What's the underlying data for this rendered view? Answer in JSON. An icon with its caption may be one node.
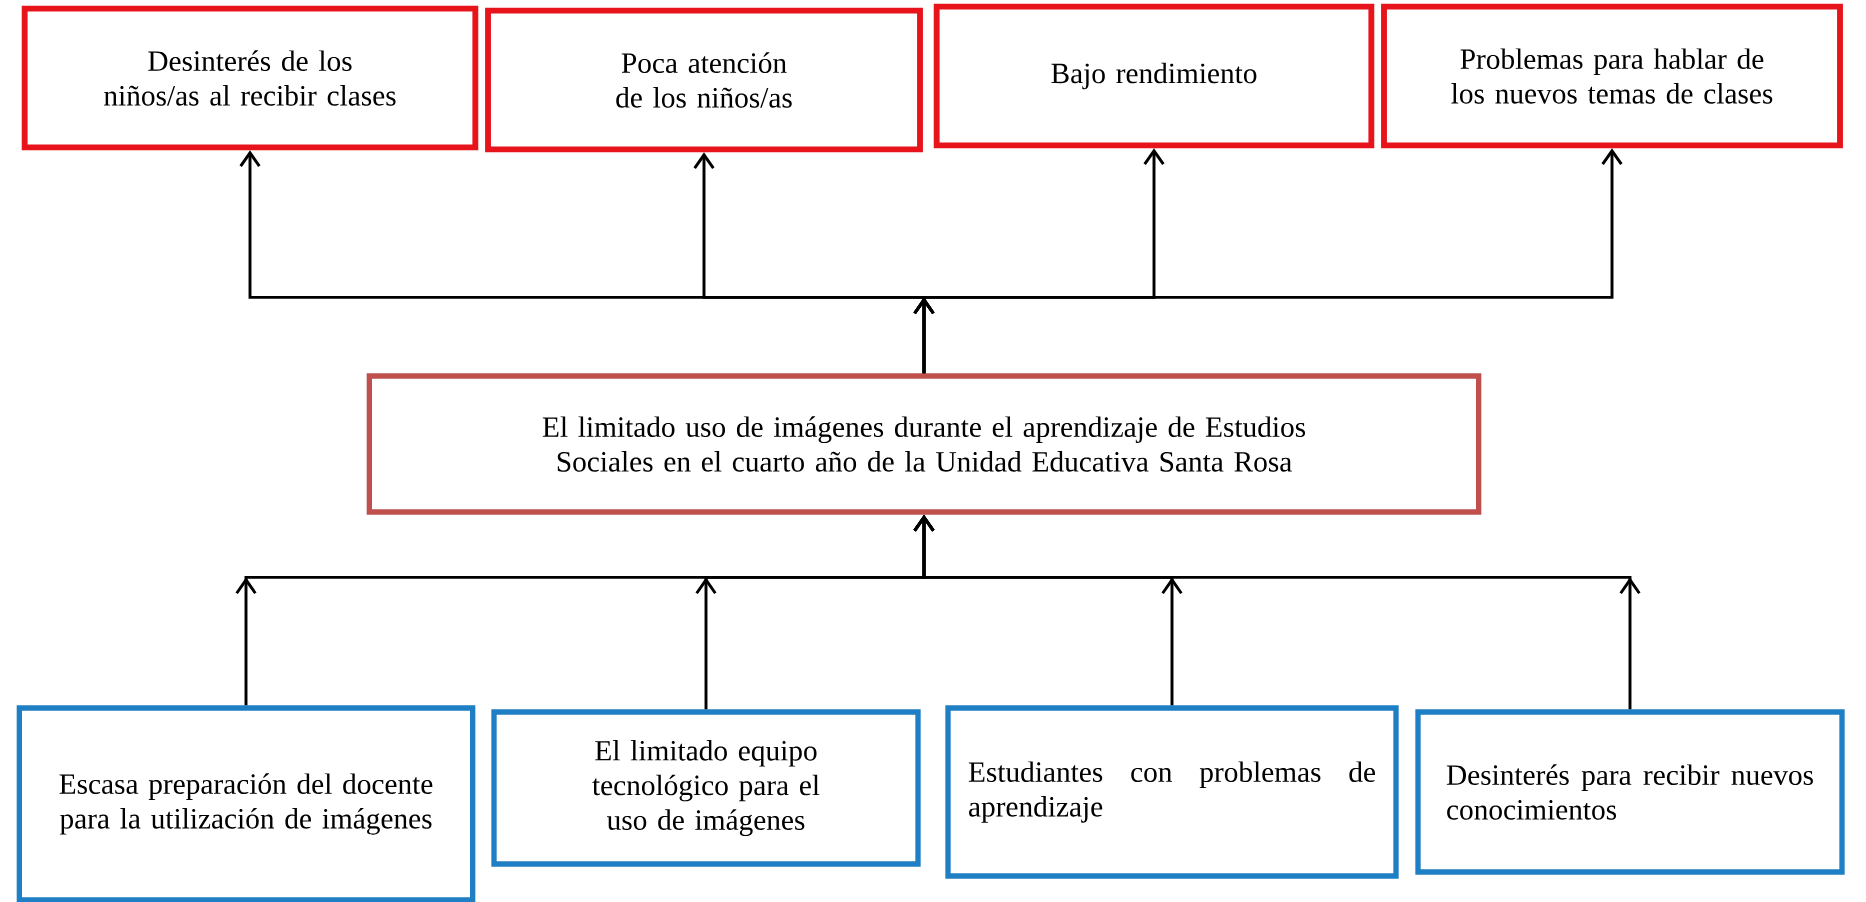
{
  "diagram": {
    "nodes": [
      {
        "text": [
          "Desinterés de los niños/as al recibir clases"
        ]
      },
      {
        "text": [
          "Poca atención de los niños/as"
        ]
      },
      {
        "text": [
          "Bajo rendimiento"
        ]
      },
      {
        "text": [
          "Problemas para hablar de los nuevos temas de clases"
        ]
      },
      {
        "text": [
          "El limitado uso de imágenes durante el aprendizaje de Estudios Sociales en el cuarto año de la Unidad Educativa Santa Rosa"
        ]
      },
      {
        "text": [
          "Escasa preparación del docente para la utilización de imágenes"
        ]
      },
      {
        "text": [
          "El limitado equipo tecnológico para el uso de imágenes"
        ]
      },
      {
        "text": [
          "Estudiantes con problemas de aprendizaje"
        ]
      },
      {
        "text": [
          "Desinterés para recibir nuevos conocimientos"
        ]
      }
    ],
    "edges": [
      {
        "from": 4,
        "to": 0,
        "arrow": "to"
      },
      {
        "from": 4,
        "to": 1,
        "arrow": "to"
      },
      {
        "from": 4,
        "to": 2,
        "arrow": "to"
      },
      {
        "from": 4,
        "to": 3,
        "arrow": "to"
      },
      {
        "from": 5,
        "to": 4,
        "arrow": "to"
      },
      {
        "from": 6,
        "to": 4,
        "arrow": "to"
      },
      {
        "from": 7,
        "to": 4,
        "arrow": "to"
      },
      {
        "from": 8,
        "to": 4,
        "arrow": "to"
      }
    ]
  }
}
